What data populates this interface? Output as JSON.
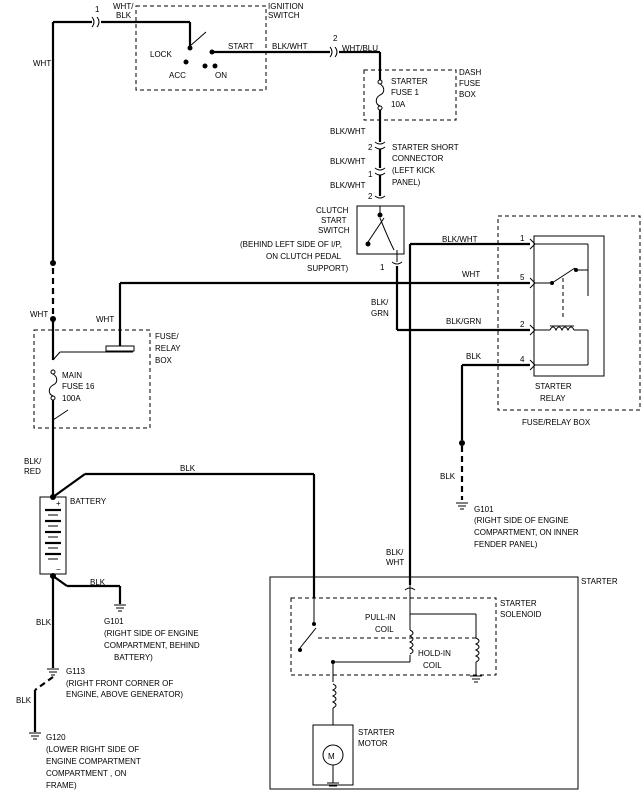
{
  "wire": {
    "wht_top": "WHT",
    "wht_mid": "WHT",
    "wht_relay_feed": "WHT",
    "blk_red": [
      "BLK/",
      "RED"
    ],
    "blk_batt_to_starter": "BLK",
    "blk_batt_ground": "BLK",
    "blk_left": "BLK",
    "blk_g120": "BLK",
    "wht_blk_top_num": "1",
    "wht_blk_top": [
      "WHT/",
      "BLK"
    ],
    "blk_wht_start": "BLK/WHT",
    "wht_blu_num": "2",
    "wht_blu": "WHT/BLU",
    "blk_wht_1": "BLK/WHT",
    "blk_wht_2": "BLK/WHT",
    "blk_wht_3": "BLK/WHT",
    "pin_2a": "2",
    "pin_2b": "2",
    "pin_1a": "1",
    "clutch_pin_1": "1",
    "blk_grn_left": [
      "BLK/",
      "GRN"
    ],
    "relay_blk_wht": "BLK/WHT",
    "relay_wht": "WHT",
    "relay_blk_grn": "BLK/GRN",
    "relay_blk": "BLK",
    "relay_blk_g101": "BLK",
    "starter_blk_wht": [
      "BLK/",
      "WHT"
    ]
  },
  "ignition_switch": {
    "title": [
      "IGNITION",
      "SWITCH"
    ],
    "lock": "LOCK",
    "acc": "ACC",
    "on": "ON",
    "start": "START"
  },
  "dash_fuse_box": {
    "title": [
      "DASH",
      "FUSE",
      "BOX"
    ],
    "fuse": [
      "STARTER",
      "FUSE 1",
      "10A"
    ]
  },
  "starter_short_connector": [
    "STARTER SHORT",
    "CONNECTOR",
    "(LEFT KICK",
    "PANEL)"
  ],
  "clutch_switch": {
    "title": [
      "CLUTCH",
      "START",
      "SWITCH"
    ],
    "location": [
      "(BEHIND LEFT SIDE OF I/P,",
      "ON CLUTCH PEDAL",
      "SUPPORT)"
    ]
  },
  "fuse_relay_box_left": {
    "title": [
      "FUSE/",
      "RELAY",
      "BOX"
    ],
    "fuse": [
      "MAIN",
      "FUSE 16",
      "100A"
    ]
  },
  "starter_relay": {
    "pins": [
      "1",
      "5",
      "2",
      "4"
    ],
    "label": [
      "STARTER",
      "RELAY"
    ],
    "box_title": "FUSE/RELAY BOX"
  },
  "battery": {
    "label": "BATTERY",
    "plus": "+",
    "minus": "−"
  },
  "grounds": {
    "g101_right": {
      "id": "G101",
      "desc": [
        "(RIGHT SIDE OF ENGINE",
        "COMPARTMENT, ON INNER",
        "FENDER PANEL)"
      ]
    },
    "g101_left": {
      "id": "G101",
      "desc": [
        "(RIGHT SIDE OF ENGINE",
        "COMPARTMENT, BEHIND",
        "BATTERY)"
      ]
    },
    "g113": {
      "id": "G113",
      "desc": [
        "(RIGHT FRONT CORNER OF",
        "ENGINE, ABOVE GENERATOR)"
      ]
    },
    "g120": {
      "id": "G120",
      "desc": [
        "(LOWER RIGHT SIDE OF",
        "ENGINE COMPARTMENT",
        "COMPARTMENT , ON",
        "FRAME)"
      ]
    }
  },
  "starter": {
    "title": "STARTER",
    "solenoid": [
      "STARTER",
      "SOLENOID"
    ],
    "pull_in": [
      "PULL-IN",
      "COIL"
    ],
    "hold_in": [
      "HOLD-IN",
      "COIL"
    ],
    "motor": [
      "STARTER",
      "MOTOR"
    ],
    "motor_symbol": "M"
  }
}
